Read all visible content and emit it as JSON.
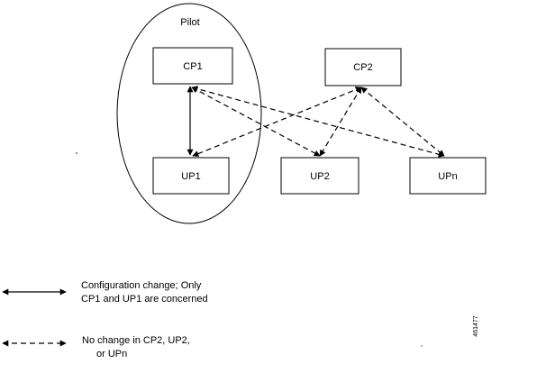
{
  "group": {
    "label": "Pilot"
  },
  "nodes": {
    "cp1": "CP1",
    "cp2": "CP2",
    "up1": "UP1",
    "up2": "UP2",
    "upn": "UPn"
  },
  "legend": {
    "solid_line1": "Configuration change; Only",
    "solid_line2": "CP1 and UP1 are concerned",
    "dashed_line1": "No change in CP2, UP2,",
    "dashed_line2": "or UPn"
  },
  "figure_id": "461477"
}
